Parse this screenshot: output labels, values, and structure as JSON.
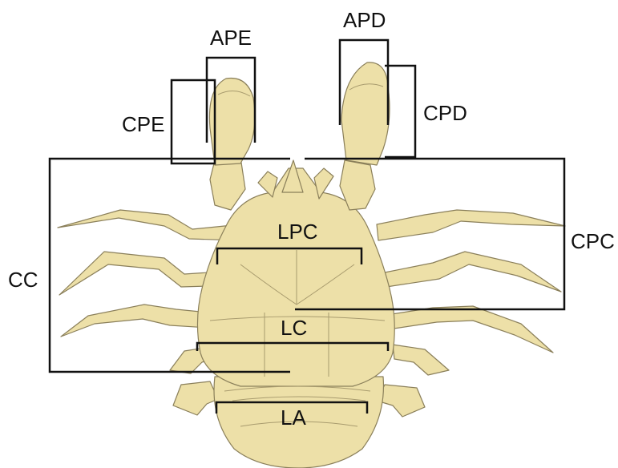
{
  "colors": {
    "body_fill": "#ede0a8",
    "body_stroke": "#8a7f5a",
    "line": "#111111",
    "background": "#ffffff"
  },
  "labels": {
    "ape": "APE",
    "apd": "APD",
    "cpe": "CPE",
    "cpd": "CPD",
    "lpc": "LPC",
    "cpc": "CPC",
    "cc": "CC",
    "lc": "LC",
    "la": "LA"
  }
}
